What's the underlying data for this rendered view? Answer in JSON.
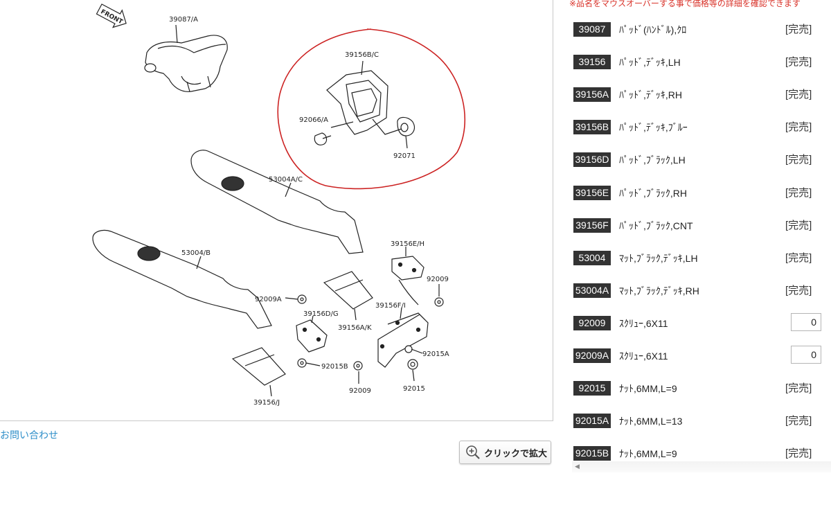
{
  "notice": "※品名をマウスオーバーする事で価格等の詳細を確認できます",
  "diagram": {
    "front_label": "FRONT",
    "labels": [
      "39087/A",
      "39156B/C",
      "92066/A",
      "92071",
      "53004A/C",
      "53004/B",
      "39156E/H",
      "92009",
      "92009A",
      "39156D/G",
      "39156F/I",
      "39156A/K",
      "92015A",
      "92015B",
      "92009",
      "92015",
      "39156/J"
    ]
  },
  "contact_link": "お問い合わせ",
  "zoom_button": {
    "label": "クリックで拡大",
    "icon": "zoom-in-icon"
  },
  "parts": [
    {
      "no": "39087",
      "name": "ﾊﾟｯﾄﾞ(ﾊﾝﾄﾞﾙ),ｸﾛ",
      "status": "[完売]"
    },
    {
      "no": "39156",
      "name": "ﾊﾟｯﾄﾞ,ﾃﾞｯｷ,LH",
      "status": "[完売]"
    },
    {
      "no": "39156A",
      "name": "ﾊﾟｯﾄﾞ,ﾃﾞｯｷ,RH",
      "status": "[完売]"
    },
    {
      "no": "39156B",
      "name": "ﾊﾟｯﾄﾞ,ﾃﾞｯｷ,ﾌﾞﾙｰ",
      "status": "[完売]"
    },
    {
      "no": "39156D",
      "name": "ﾊﾟｯﾄﾞ,ﾌﾞﾗｯｸ,LH",
      "status": "[完売]"
    },
    {
      "no": "39156E",
      "name": "ﾊﾟｯﾄﾞ,ﾌﾞﾗｯｸ,RH",
      "status": "[完売]"
    },
    {
      "no": "39156F",
      "name": "ﾊﾟｯﾄﾞ,ﾌﾞﾗｯｸ,CNT",
      "status": "[完売]"
    },
    {
      "no": "53004",
      "name": "ﾏｯﾄ,ﾌﾞﾗｯｸ,ﾃﾞｯｷ,LH",
      "status": "[完売]"
    },
    {
      "no": "53004A",
      "name": "ﾏｯﾄ,ﾌﾞﾗｯｸ,ﾃﾞｯｷ,RH",
      "status": "[完売]"
    },
    {
      "no": "92009",
      "name": "ｽｸﾘｭｰ,6X11",
      "qty": "0"
    },
    {
      "no": "92009A",
      "name": "ｽｸﾘｭｰ,6X11",
      "qty": "0"
    },
    {
      "no": "92015",
      "name": "ﾅｯﾄ,6MM,L=9",
      "status": "[完売]"
    },
    {
      "no": "92015A",
      "name": "ﾅｯﾄ,6MM,L=13",
      "status": "[完売]"
    },
    {
      "no": "92015B",
      "name": "ﾅｯﾄ,6MM,L=9",
      "status": "[完売]"
    }
  ],
  "colors": {
    "part_no_bg": "#333333",
    "notice": "#d9342b",
    "link": "#2f8fc9",
    "circle": "#cc2222"
  }
}
